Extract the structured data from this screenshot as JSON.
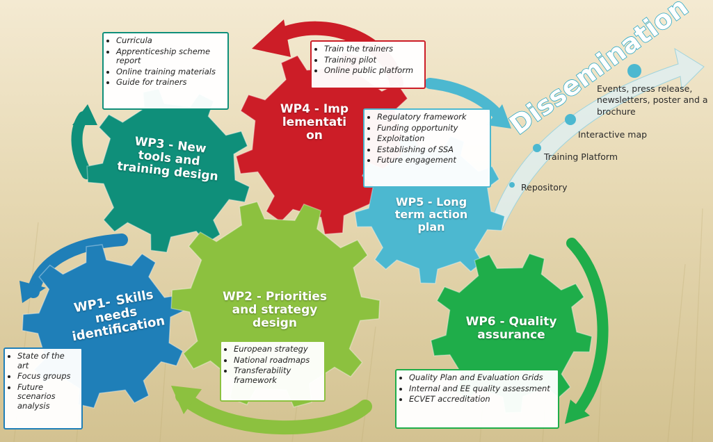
{
  "gears": {
    "wp1": {
      "title": "WP1- Skills needs identification",
      "color": "#1f7fb8",
      "items": [
        "State of the art",
        "Focus groups",
        "Future scenarios analysis"
      ]
    },
    "wp2": {
      "title": "WP2 - Priorities and strategy design",
      "color": "#8cc13f",
      "items": [
        "European strategy",
        "National roadmaps",
        "Transferability framework"
      ]
    },
    "wp3": {
      "title": "WP3 - New tools and training design",
      "color": "#0f8f7a",
      "items": [
        "Curricula",
        "Apprenticeship scheme report",
        "Online training materials",
        "Guide for trainers"
      ]
    },
    "wp4": {
      "title": "WP4 - Implementation",
      "color": "#cc1d27",
      "items": [
        "Train the trainers",
        "Training pilot",
        "Online public platform"
      ]
    },
    "wp5": {
      "title": "WP5 - Long term action plan",
      "color": "#4cb8d0",
      "items": [
        "Regulatory framework",
        "Funding opportunity",
        "Exploitation",
        "Establishing of SSA",
        "Future engagement"
      ]
    },
    "wp6": {
      "title": "WP6 - Quality assurance",
      "color": "#1fad4a",
      "items": [
        "Quality Plan and Evaluation Grids",
        "Internal and EE quality assessment",
        "ECVET accreditation"
      ]
    }
  },
  "dissemination": {
    "title": "Dissemination",
    "items": [
      "Repository",
      "Training Platform",
      "Interactive map",
      "Events, press release, newsletters, poster and a brochure"
    ]
  }
}
